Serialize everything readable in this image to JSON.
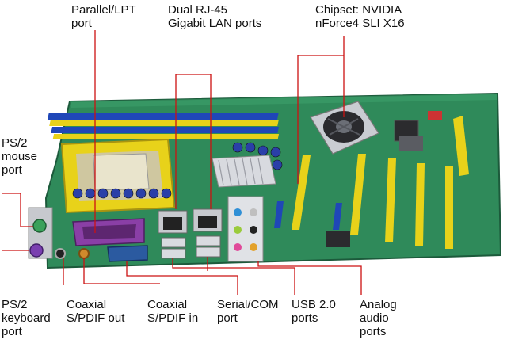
{
  "labels": {
    "parallel": "Parallel/LPT\nport",
    "lan": "Dual RJ-45\nGigabit LAN ports",
    "chipset": "Chipset: NVIDIA\nnForce4 SLI X16",
    "ps2_mouse": "PS/2\nmouse\nport",
    "ps2_keyboard": "PS/2\nkeyboard\nport",
    "spdif_out": "Coaxial\nS/PDIF out",
    "spdif_in": "Coaxial\nS/PDIF in",
    "serial": "Serial/COM\nport",
    "usb": "USB 2.0\nports",
    "audio": "Analog\naudio\nports"
  },
  "colors": {
    "leader": "#cc1111",
    "pcb": "#2f8a5a",
    "pcb_dark": "#22694a",
    "slot_yellow": "#e8d21a",
    "slot_blue": "#1f47b8",
    "parallel_port": "#8a3fa6",
    "ps2_green": "#3aa15a",
    "ps2_purple": "#7a3fb0",
    "serial_port": "#2b5aa0"
  }
}
